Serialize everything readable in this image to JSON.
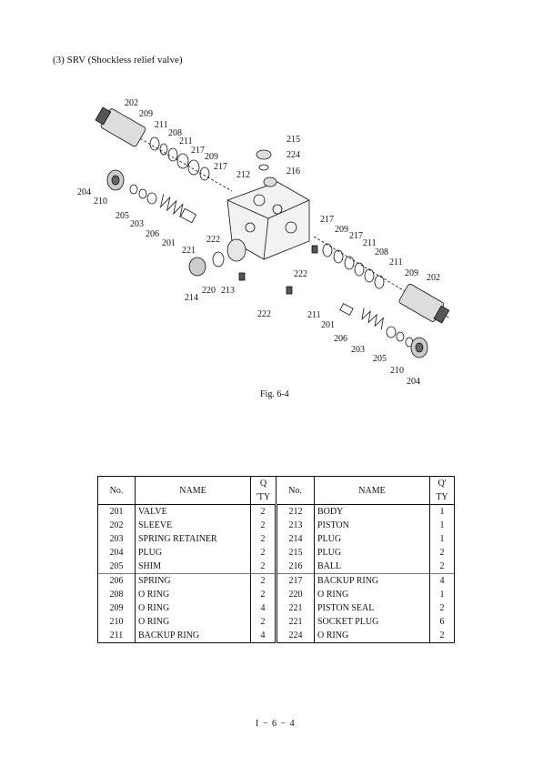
{
  "heading": "(3)  SRV (Shockless relief valve)",
  "figure": {
    "caption": "Fig. 6-4",
    "callouts": [
      "202",
      "209",
      "211",
      "208",
      "211",
      "217",
      "209",
      "217",
      "212",
      "215",
      "224",
      "216",
      "204",
      "210",
      "205",
      "203",
      "206",
      "201",
      "221",
      "222",
      "222",
      "214",
      "220",
      "213",
      "222",
      "217",
      "209",
      "217",
      "211",
      "208",
      "211",
      "209",
      "202",
      "211",
      "201",
      "206",
      "203",
      "205",
      "210",
      "204"
    ]
  },
  "table": {
    "headers": [
      "No.",
      "NAME",
      "Q 'TY",
      "No.",
      "NAME",
      "Q' TY"
    ],
    "rows": [
      [
        "201",
        "VALVE",
        "2",
        "212",
        "BODY",
        "1"
      ],
      [
        "202",
        "SLEEVE",
        "2",
        "213",
        "PISTON",
        "1"
      ],
      [
        "203",
        "SPRING RETAINER",
        "2",
        "214",
        "PLUG",
        "1"
      ],
      [
        "204",
        "PLUG",
        "2",
        "215",
        "PLUG",
        "2"
      ],
      [
        "205",
        "SHIM",
        "2",
        "216",
        "BALL",
        "2"
      ],
      [
        "206",
        "SPRING",
        "2",
        "217",
        "BACKUP RING",
        "4"
      ],
      [
        "208",
        "O RING",
        "2",
        "220",
        "O RING",
        "1"
      ],
      [
        "209",
        "O RING",
        "4",
        "221",
        "PISTON SEAL",
        "2"
      ],
      [
        "210",
        "O RING",
        "2",
        "221",
        "SOCKET PLUG",
        "6"
      ],
      [
        "211",
        "BACKUP RING",
        "4",
        "224",
        "O RING",
        "2"
      ]
    ]
  },
  "page_number": "I − 6 − 4"
}
